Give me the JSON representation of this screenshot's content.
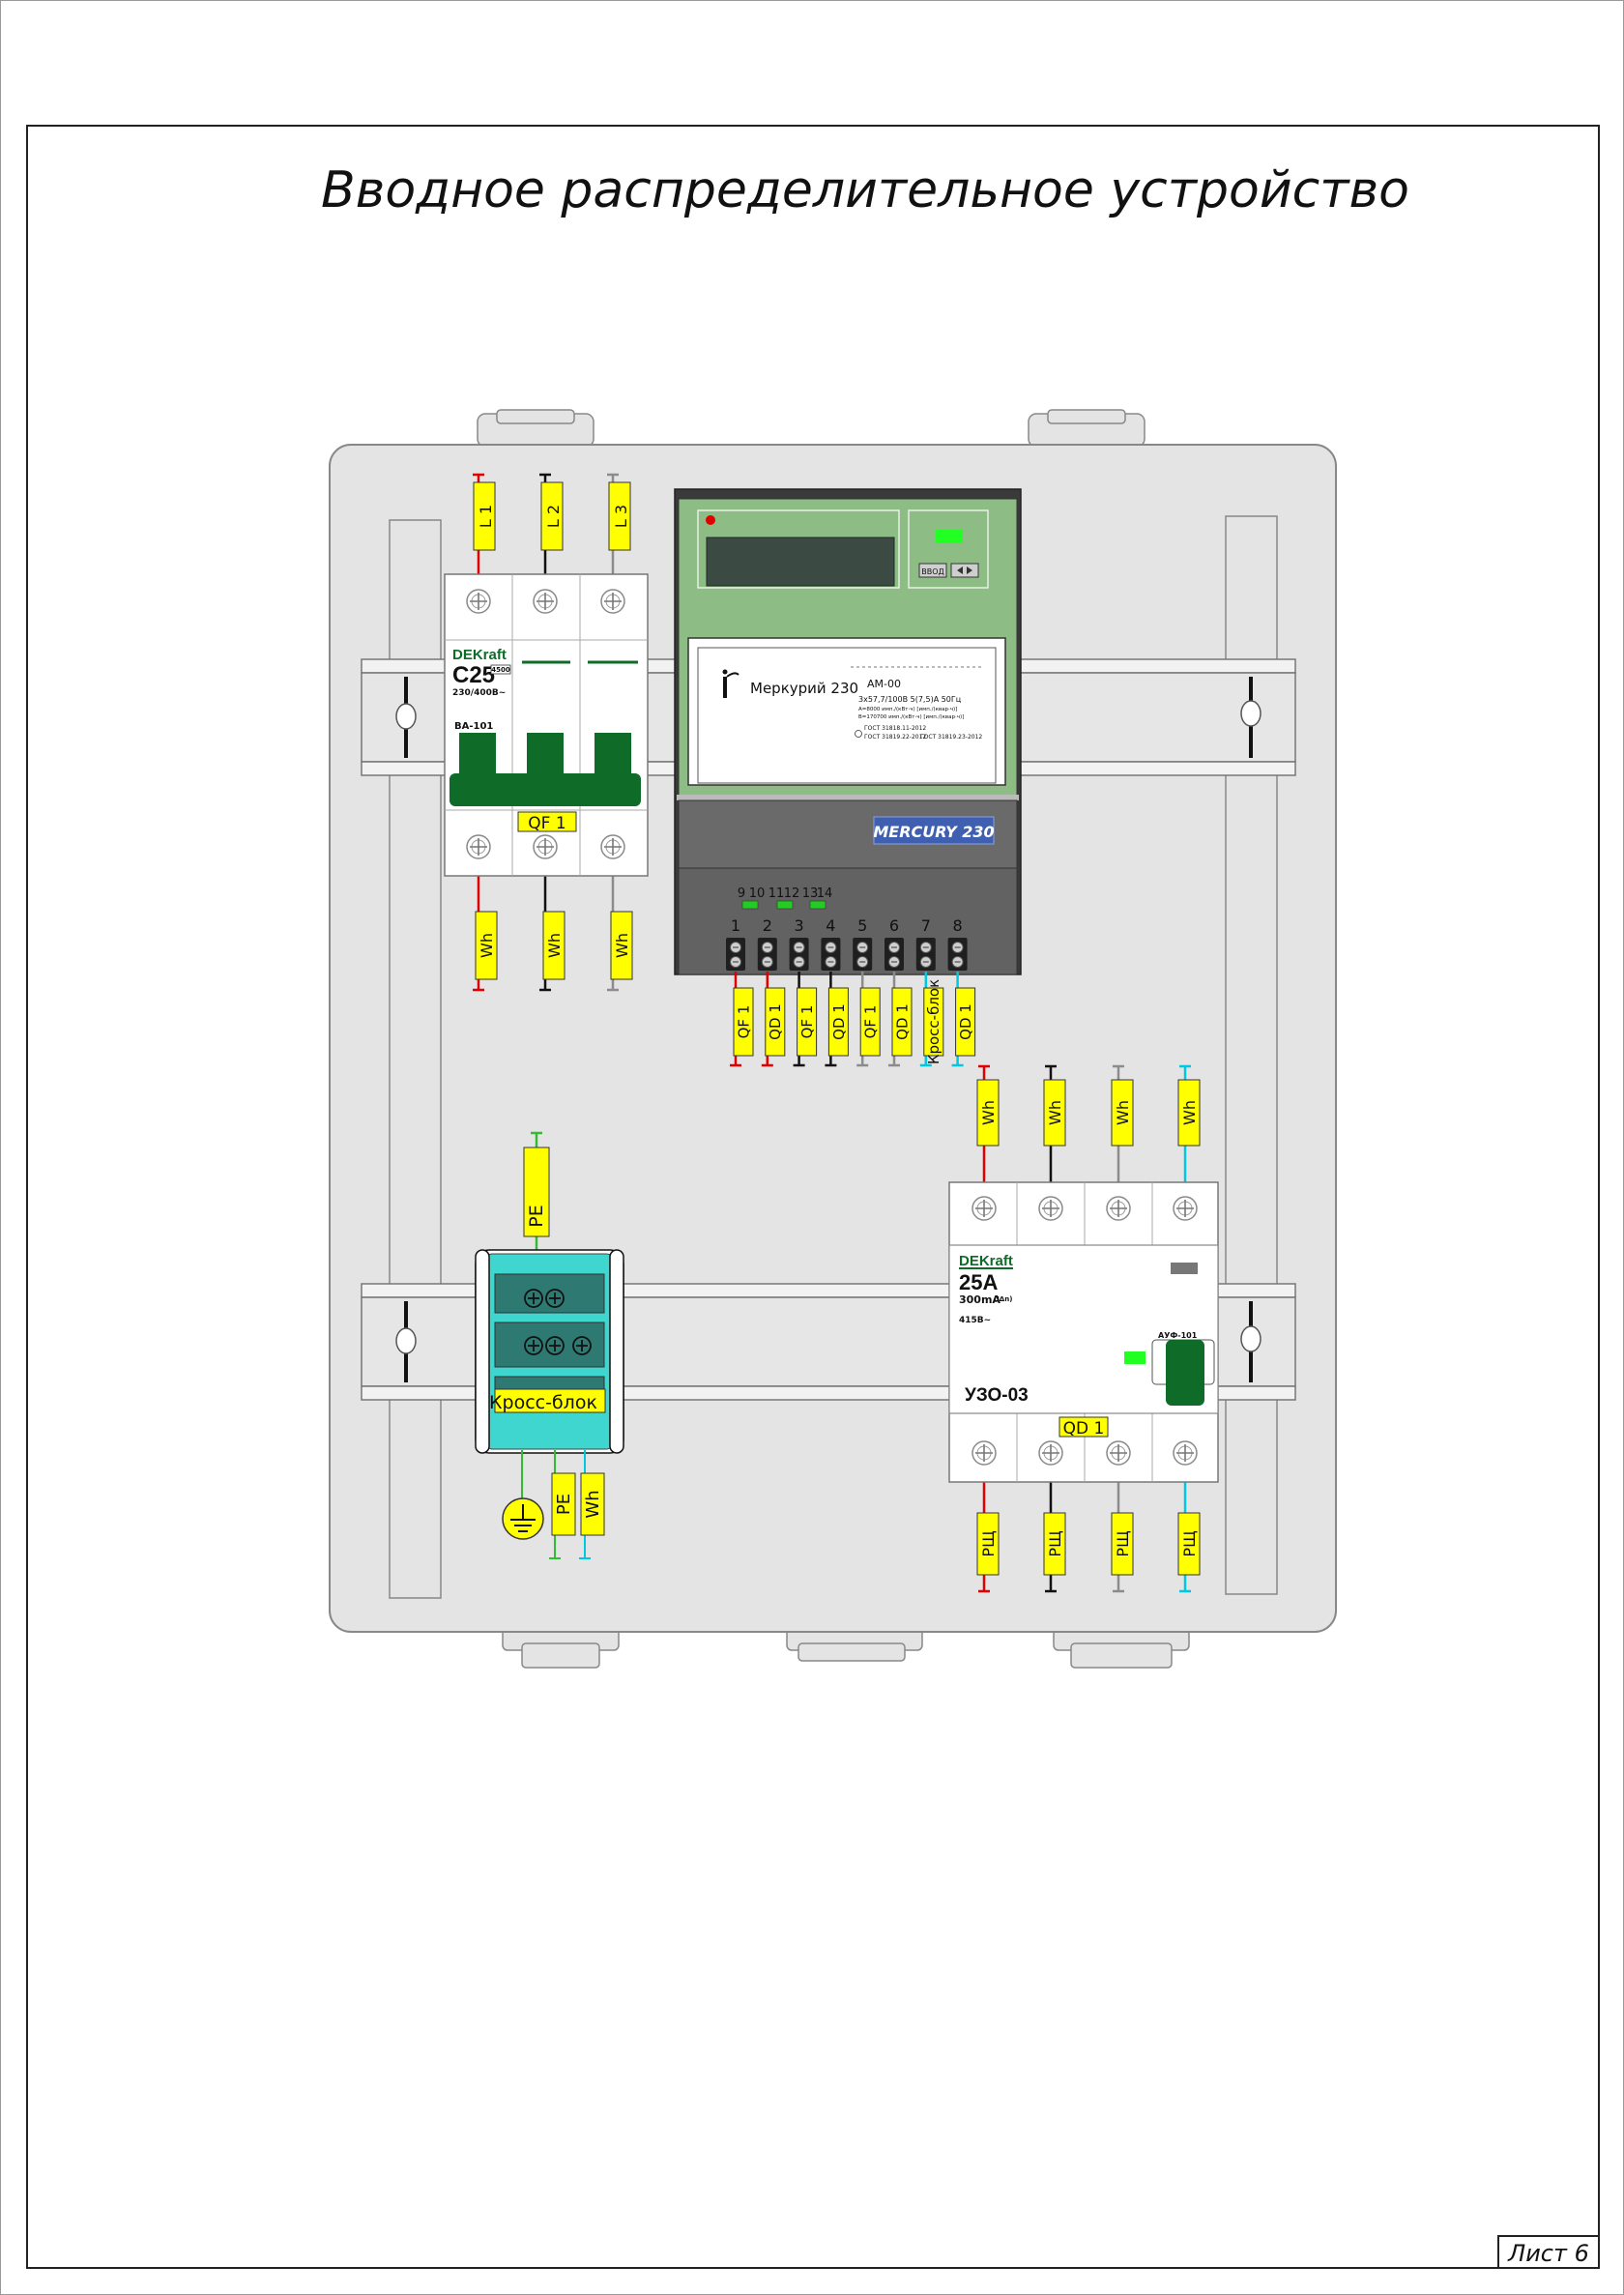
{
  "title": "Вводное распределительное устройство",
  "sheet_label": "Лист 6",
  "breaker": {
    "brand": "DEKraft",
    "rating": "C25",
    "breaking_capacity": "4500",
    "voltage": "230/400В~",
    "model": "ВА-101",
    "designation": "QF 1",
    "top_tags": [
      "L 1",
      "L 2",
      "L 3"
    ],
    "bottom_tags": [
      "Wh",
      "Wh",
      "Wh"
    ]
  },
  "meter": {
    "brand": "Меркурий 230",
    "model": "АМ-00",
    "specs": [
      "3х57,7/100В  5(7,5)А  50Гц",
      "А=8000 имп./(кВт·ч) [имп./(квар·ч)]",
      "В=170700 имп./(кВт·ч) [имп./(квар·ч)]"
    ],
    "standards": [
      "ГОСТ 31818.11-2012",
      "ГОСТ 31819.22-2012",
      "ГОСТ 31819.23-2012"
    ],
    "button_label": "ВВОД",
    "nameplate": "MERCURY 230",
    "aux_terminals": [
      "9",
      "10",
      "11",
      "12",
      "13",
      "14"
    ],
    "terminals": [
      "1",
      "2",
      "3",
      "4",
      "5",
      "6",
      "7",
      "8"
    ],
    "terminal_tags": [
      "QF 1",
      "QD 1",
      "QF 1",
      "QD 1",
      "QF 1",
      "QD 1",
      "Кросс-блок",
      "QD 1"
    ]
  },
  "cross_block": {
    "label": "Кросс-блок",
    "top_tag": "PE",
    "bottom_tags": [
      "PE",
      "Wh"
    ]
  },
  "rcd": {
    "brand": "DEKraft",
    "rating": "25А",
    "sensitivity": "300mA",
    "sensitivity_sub": "(IΔn)",
    "voltage": "415В~",
    "model": "АУФ-101",
    "name": "УЗО-03",
    "designation": "QD 1",
    "top_tags": [
      "Wh",
      "Wh",
      "Wh",
      "Wh"
    ],
    "bottom_tags": [
      "РЩ",
      "РЩ",
      "РЩ",
      "РЩ"
    ]
  },
  "colors": {
    "phase_a": "#e00000",
    "phase_b": "#111111",
    "phase_c": "#8c8c8c",
    "neutral": "#00c8e0",
    "pe": "#33bb33",
    "tag_fill": "#ffff00",
    "meter_green": "#8dbd84",
    "breaker_green": "#0f6b28",
    "cross_cyan": "#3fd6d0"
  }
}
